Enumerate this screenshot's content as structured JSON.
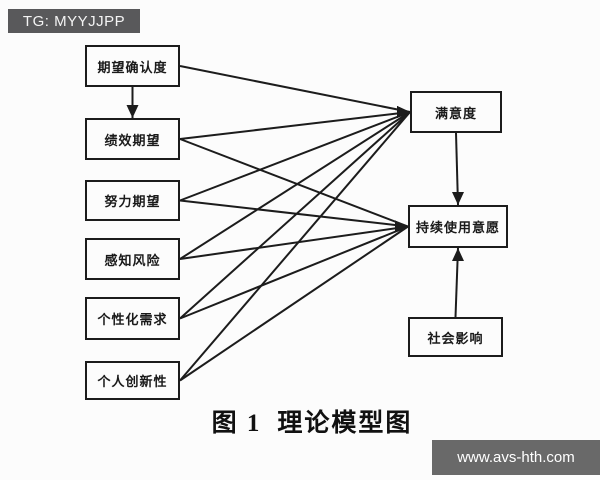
{
  "badges": {
    "top_left": "TG: MYYJJPP",
    "watermark": "www.avs-hth.com"
  },
  "caption": {
    "figure_label": "图 1",
    "figure_title": "理论模型图"
  },
  "diagram": {
    "nodes": [
      {
        "id": "expectation-confirmation",
        "label": "期望确认度"
      },
      {
        "id": "performance-expectancy",
        "label": "绩效期望"
      },
      {
        "id": "effort-expectancy",
        "label": "努力期望"
      },
      {
        "id": "perceived-risk",
        "label": "感知风险"
      },
      {
        "id": "personalization-needs",
        "label": "个性化需求"
      },
      {
        "id": "personal-innovativeness",
        "label": "个人创新性"
      },
      {
        "id": "satisfaction",
        "label": "满意度"
      },
      {
        "id": "continuance-intention",
        "label": "持续使用意愿"
      },
      {
        "id": "social-influence",
        "label": "社会影响"
      }
    ],
    "edges": [
      {
        "from": "expectation-confirmation",
        "to": "performance-expectancy"
      },
      {
        "from": "expectation-confirmation",
        "to": "satisfaction"
      },
      {
        "from": "performance-expectancy",
        "to": "satisfaction"
      },
      {
        "from": "performance-expectancy",
        "to": "continuance-intention"
      },
      {
        "from": "effort-expectancy",
        "to": "satisfaction"
      },
      {
        "from": "effort-expectancy",
        "to": "continuance-intention"
      },
      {
        "from": "perceived-risk",
        "to": "satisfaction"
      },
      {
        "from": "perceived-risk",
        "to": "continuance-intention"
      },
      {
        "from": "personalization-needs",
        "to": "satisfaction"
      },
      {
        "from": "personalization-needs",
        "to": "continuance-intention"
      },
      {
        "from": "personal-innovativeness",
        "to": "satisfaction"
      },
      {
        "from": "personal-innovativeness",
        "to": "continuance-intention"
      },
      {
        "from": "satisfaction",
        "to": "continuance-intention"
      },
      {
        "from": "social-influence",
        "to": "continuance-intention"
      }
    ]
  },
  "colors": {
    "line": "#1c1c1c",
    "box_border": "#1c1c1c",
    "background": "#fcfcfc",
    "badge_top_left_bg": "#59595b",
    "watermark_bg": "#696969"
  }
}
